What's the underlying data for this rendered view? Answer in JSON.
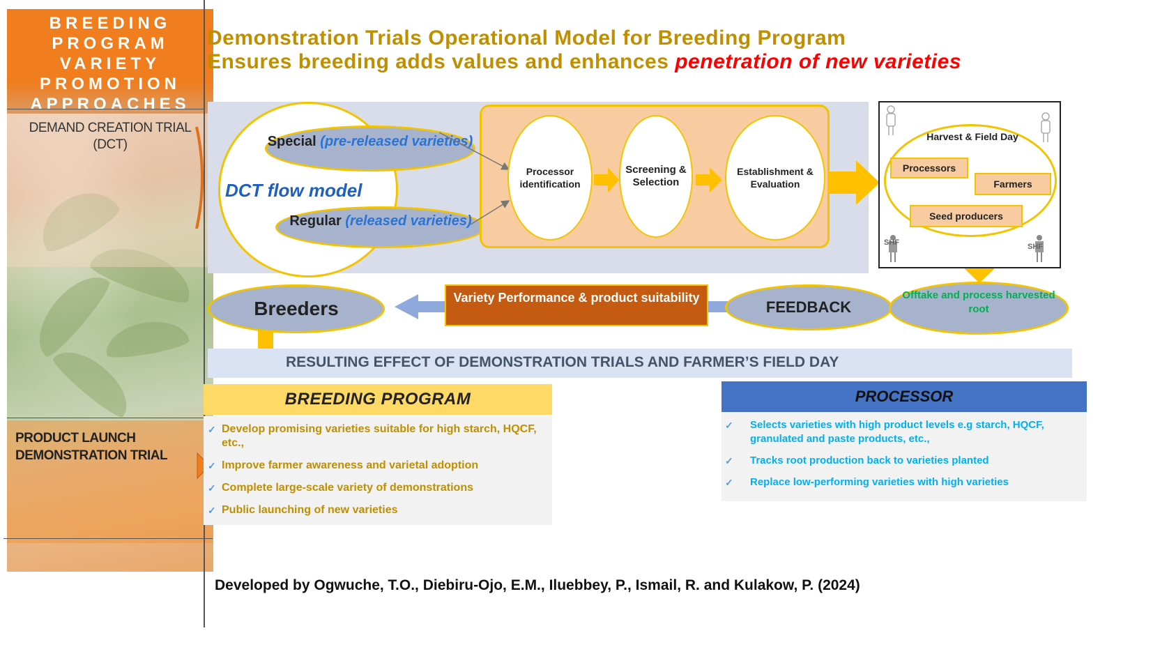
{
  "left_title": [
    "BREEDING",
    "PROGRAM",
    "VARIETY",
    "PROMOTION",
    "APPROACHES"
  ],
  "dct_label": [
    "DEMAND CREATION TRIAL",
    "(DCT)"
  ],
  "plt_label": [
    "PRODUCT LAUNCH",
    "DEMONSTRATION  TRIAL"
  ],
  "title": "Demonstration Trials Operational Model for Breeding Program",
  "subtitle_plain": "Ensures breeding adds values and enhances ",
  "subtitle_highlight": "penetration of new varieties",
  "dct_flow": "DCT flow model",
  "special": {
    "label": "Special ",
    "note": "(pre-released varieties)"
  },
  "regular": {
    "label": "Regular ",
    "note": "(released varieties)"
  },
  "steps": [
    "Processor identification",
    "Screening & Selection",
    "Establishment & Evaluation"
  ],
  "harvest": {
    "title": "Harvest  & Field Day",
    "tags": [
      "Processors",
      "Farmers",
      "Seed producers"
    ],
    "people": [
      "SHF",
      "SHF"
    ]
  },
  "offtake": "Offtake and process harvested root",
  "feedback": "FEEDBACK",
  "variety_box": "Variety Performance & product suitability",
  "breeders": "Breeders",
  "result": "RESULTING EFFECT OF DEMONSTRATION TRIALS AND FARMER’S FIELD DAY",
  "breeding_program": {
    "heading": "BREEDING  PROGRAM",
    "items": [
      "Develop promising varieties suitable for high starch, HQCF, etc.,",
      "Improve farmer awareness and varietal adoption",
      "Complete large-scale variety of demonstrations",
      "Public launching of new varieties"
    ]
  },
  "processor": {
    "heading": "PROCESSOR",
    "items": [
      "Selects varieties with high product levels e.g starch, HQCF, granulated and paste products, etc.,",
      "Tracks root production back to varieties planted",
      "Replace low-performing varieties with high varieties"
    ]
  },
  "credit": "Developed by Ogwuche, T.O., Diebiru-Ojo, E.M., Iluebbey, P., Ismail, R. and Kulakow, P. (2024)",
  "colors": {
    "orange": "#f07d1e",
    "gold": "#bf8f00",
    "red": "#ff0000",
    "yellow_border": "#f2c400",
    "grey_oval": "#a7b3cc",
    "rust": "#c55a11",
    "green": "#00b050",
    "blue": "#4472c4",
    "cyan": "#00b0f0"
  },
  "check_icon": "✓"
}
